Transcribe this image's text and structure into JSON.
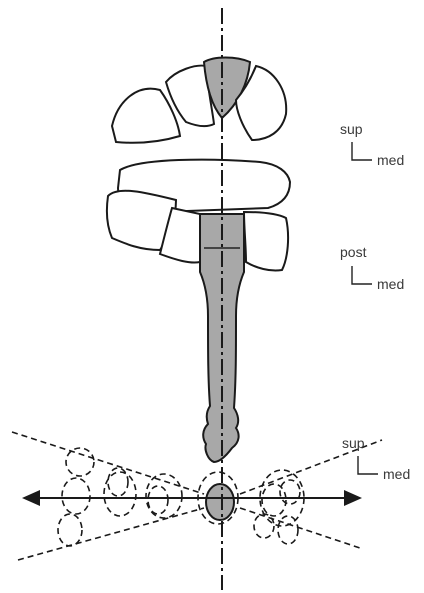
{
  "orientation_labels": [
    {
      "axis_a": "sup",
      "axis_b": "med"
    },
    {
      "axis_a": "post",
      "axis_b": "med"
    },
    {
      "axis_a": "sup",
      "axis_b": "med"
    }
  ],
  "colors": {
    "bone_fill": "#ffffff",
    "highlight_fill": "#a8a8a8",
    "stroke": "#1a1a1a"
  }
}
